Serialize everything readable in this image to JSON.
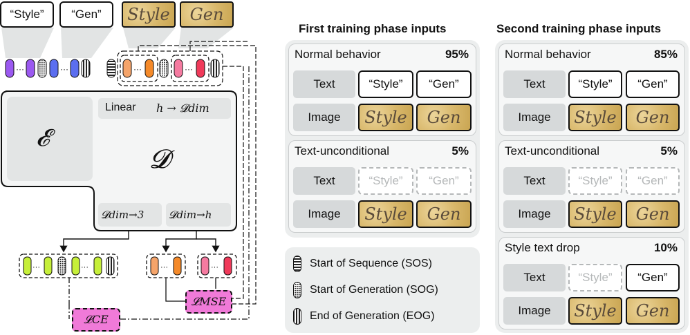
{
  "diagram": {
    "top_text_inputs": [
      "“Style”",
      "“Gen”"
    ],
    "top_image_inputs": [
      "Style",
      "Gen"
    ],
    "encoder_symbol": "𝓔",
    "decoder_symbol": "𝓓",
    "linear_label": "Linear",
    "linear_map": "h → 𝓓dim",
    "head_left": "𝓓dim→3",
    "head_right": "𝓓dim→h",
    "loss_mse": "𝓛MSE",
    "loss_ce": "𝓛CE",
    "ellipsis": "···"
  },
  "columns": [
    {
      "title": "First training phase inputs",
      "sections": [
        {
          "name": "Normal behavior",
          "pct": "95%",
          "text": [
            {
              "v": "“Style”",
              "dropped": false
            },
            {
              "v": "“Gen”",
              "dropped": false
            }
          ],
          "image": [
            "Style",
            "Gen"
          ]
        },
        {
          "name": "Text-unconditional",
          "pct": "5%",
          "text": [
            {
              "v": "“Style”",
              "dropped": true
            },
            {
              "v": "“Gen”",
              "dropped": true
            }
          ],
          "image": [
            "Style",
            "Gen"
          ]
        }
      ]
    },
    {
      "title": "Second training phase inputs",
      "sections": [
        {
          "name": "Normal behavior",
          "pct": "85%",
          "text": [
            {
              "v": "“Style”",
              "dropped": false
            },
            {
              "v": "“Gen”",
              "dropped": false
            }
          ],
          "image": [
            "Style",
            "Gen"
          ]
        },
        {
          "name": "Text-unconditional",
          "pct": "5%",
          "text": [
            {
              "v": "“Style”",
              "dropped": true
            },
            {
              "v": "“Gen”",
              "dropped": true
            }
          ],
          "image": [
            "Style",
            "Gen"
          ]
        },
        {
          "name": "Style text drop",
          "pct": "10%",
          "text": [
            {
              "v": "“Style”",
              "dropped": true
            },
            {
              "v": "“Gen”",
              "dropped": false
            }
          ],
          "image": [
            "Style",
            "Gen"
          ]
        }
      ]
    }
  ],
  "row_labels": {
    "text": "Text",
    "image": "Image"
  },
  "legend": [
    {
      "label": "Start of Sequence (SOS)",
      "icon": "sos-token-icon"
    },
    {
      "label": "Start of Generation (SOG)",
      "icon": "sog-token-icon"
    },
    {
      "label": "End of Generation (EOG)",
      "icon": "eog-token-icon"
    }
  ],
  "colors": {
    "text_tokens": "#9b59f0",
    "text_tokens_2": "#5b6ef0",
    "style_tokens": "#f5a46a",
    "gen_tokens": "#f0507a",
    "output_tokens": "#c6ef3a",
    "loss": "#f07ad8"
  }
}
